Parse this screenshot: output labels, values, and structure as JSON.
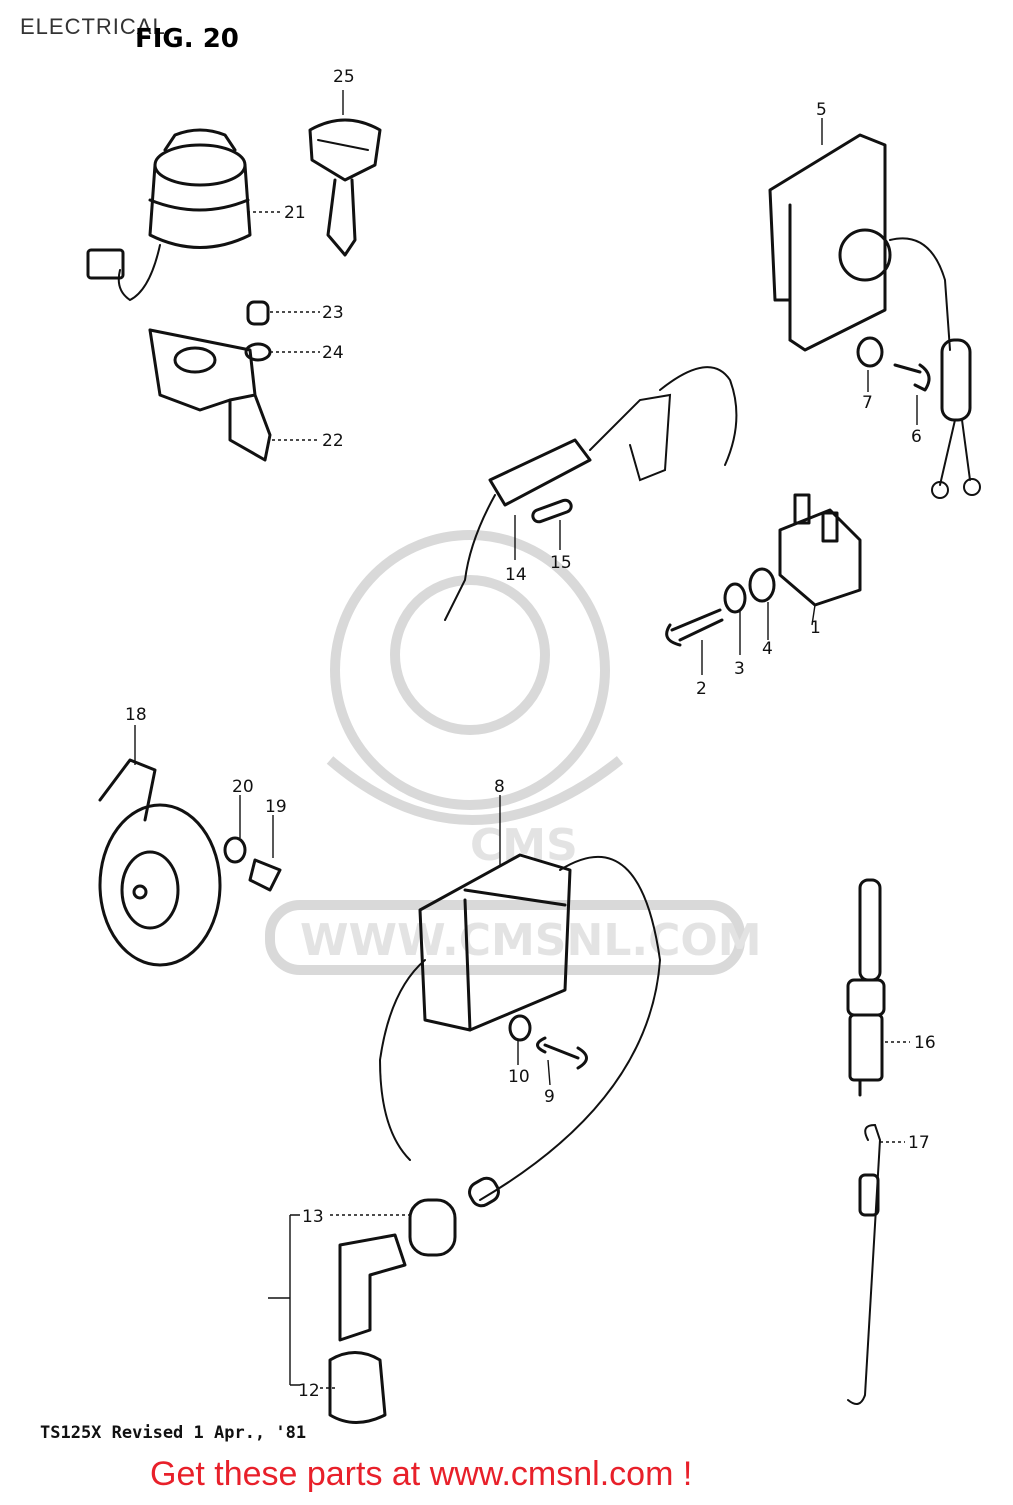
{
  "header": {
    "section_title": "ELECTRICAL",
    "figure_label": "FIG. 20"
  },
  "watermark": {
    "brand": "CMS",
    "url": "WWW.CMSNL.COM"
  },
  "callouts": [
    "1",
    "2",
    "3",
    "4",
    "5",
    "6",
    "7",
    "8",
    "9",
    "10",
    "12",
    "13",
    "14",
    "15",
    "16",
    "17",
    "18",
    "19",
    "20",
    "21",
    "22",
    "23",
    "24",
    "25"
  ],
  "footer": {
    "model_revision": "TS125X  Revised 1 Apr., '81",
    "ad_text": "Get these parts at www.cmsnl.com !"
  },
  "colors": {
    "ad_text": "#e8202a",
    "line_art": "#111111",
    "watermark": "#d9d9d9"
  }
}
